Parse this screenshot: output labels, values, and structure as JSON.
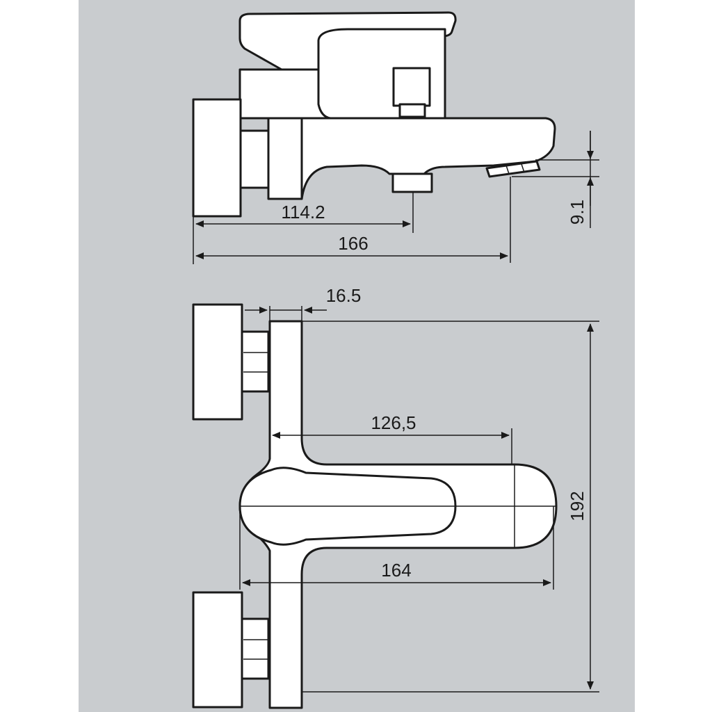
{
  "colors": {
    "panel_background": "#c9cccf",
    "page_background": "#ffffff",
    "line": "#1a1a1a",
    "part_fill": "#ffffff"
  },
  "side_view": {
    "dimensions": {
      "spout_outlet_offset": "114.2",
      "overall_projection": "166",
      "outlet_height": "9.1"
    }
  },
  "top_view": {
    "dimensions": {
      "body_width": "16.5",
      "spout_reach_inner": "126,5",
      "spout_reach_outer": "164",
      "connection_spacing": "192"
    }
  }
}
